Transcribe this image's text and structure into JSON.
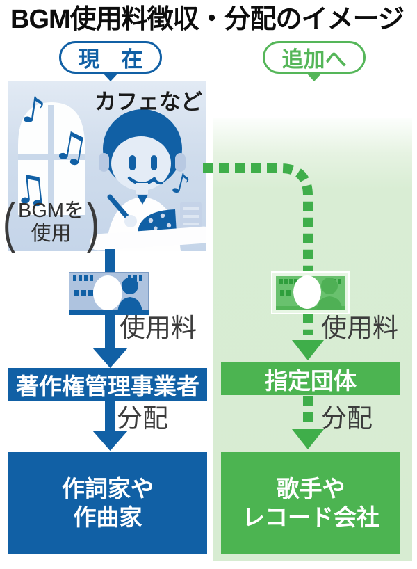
{
  "title": "BGM使用料徴収・分配のイメージ",
  "current": {
    "pill_label": "現　在",
    "scene_caption": "カフェなど",
    "bgm_note": {
      "open_paren": "(",
      "line1": "BGMを",
      "line2": "使用",
      "close_paren": ")"
    },
    "fee_label": "使用料",
    "collector": "著作権管理事業者",
    "distribute_label": "分配",
    "recipients": {
      "line1": "作詞家や",
      "line2": "作曲家"
    }
  },
  "addition": {
    "pill_label": "追加へ",
    "fee_label": "使用料",
    "collector": "指定団体",
    "distribute_label": "分配",
    "recipients": {
      "line1": "歌手や",
      "line2": "レコード会社"
    }
  },
  "colors": {
    "blue": "#1160a5",
    "green": "#4cb451",
    "dash_green": "#3fae4a",
    "pill_green": "#55b659",
    "cafe_bg": "#cfdcec",
    "panel_green": "#d9edd4",
    "text_dark": "#3c3c3c"
  }
}
